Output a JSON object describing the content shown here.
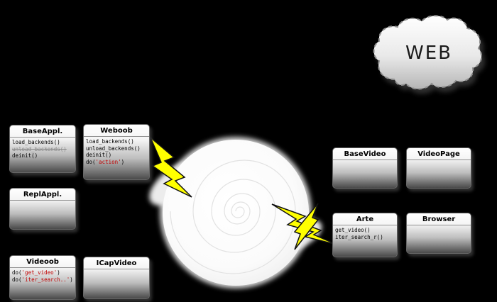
{
  "cloud": {
    "label": "WEB"
  },
  "colors": {
    "black": "#000000",
    "red": "#c00000",
    "gray": "#8a8a8a",
    "bolt_yellow": "#ffff00",
    "spiral_line": "#e2e2e2"
  },
  "boxes": [
    {
      "key": "baseappl",
      "title": "BaseAppl.",
      "lines": [
        [
          {
            "t": "load_backends()",
            "c": "black"
          }
        ],
        [
          {
            "t": "unload_backends()",
            "c": "gray",
            "s": true
          }
        ],
        [
          {
            "t": "deinit()",
            "c": "black"
          }
        ]
      ]
    },
    {
      "key": "weboob",
      "title": "Weboob",
      "lines": [
        [
          {
            "t": "load_backends()",
            "c": "black"
          }
        ],
        [
          {
            "t": "unload_backends()",
            "c": "black"
          }
        ],
        [
          {
            "t": "deinit()",
            "c": "black"
          }
        ],
        [
          {
            "t": "do(",
            "c": "black"
          },
          {
            "t": "'action'",
            "c": "red"
          },
          {
            "t": ")",
            "c": "black"
          }
        ]
      ]
    },
    {
      "key": "replappl",
      "title": "ReplAppl.",
      "lines": []
    },
    {
      "key": "videoob",
      "title": "Videoob",
      "lines": [
        [
          {
            "t": "do(",
            "c": "black"
          },
          {
            "t": "'get_video'",
            "c": "red"
          },
          {
            "t": ")",
            "c": "black"
          }
        ],
        [
          {
            "t": "do(",
            "c": "black"
          },
          {
            "t": "'iter_search..'",
            "c": "red"
          },
          {
            "t": ")",
            "c": "black"
          }
        ]
      ]
    },
    {
      "key": "icapvideo",
      "title": "ICapVideo",
      "lines": []
    },
    {
      "key": "basevideo",
      "title": "BaseVideo",
      "lines": []
    },
    {
      "key": "videopage",
      "title": "VideoPage",
      "lines": []
    },
    {
      "key": "arte",
      "title": "Arte",
      "lines": [
        [
          {
            "t": "get_video()",
            "c": "black"
          }
        ],
        [
          {
            "t": "iter_search_r()",
            "c": "black"
          }
        ]
      ]
    },
    {
      "key": "browser",
      "title": "Browser",
      "lines": []
    }
  ]
}
